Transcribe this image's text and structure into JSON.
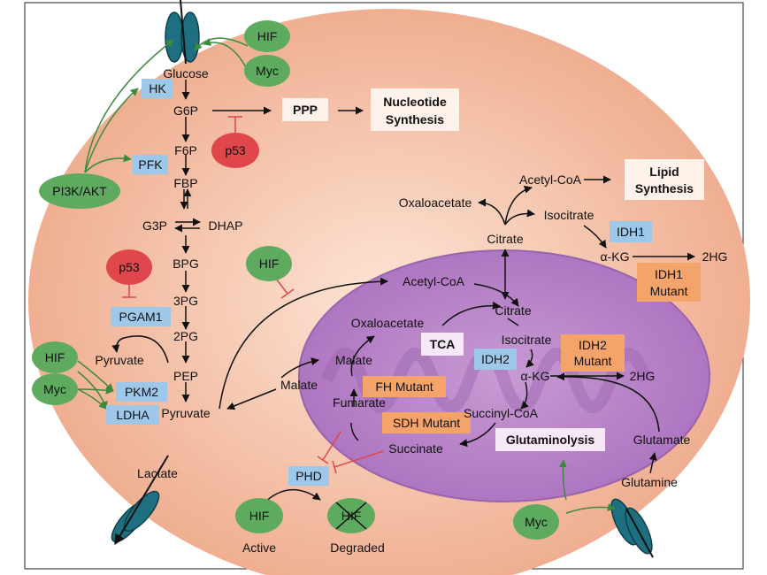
{
  "glucose": "Glucose",
  "g6p": "G6P",
  "f6p": "F6P",
  "fbp": "FBP",
  "g3p": "G3P",
  "dhap": "DHAP",
  "bpg": "BPG",
  "pg3": "3PG",
  "pg2": "2PG",
  "pep": "PEP",
  "pyruvate": "Pyruvate",
  "lactate": "Lactate",
  "pyruvate_side": "Pyruvate",
  "malate_cyto": "Malate",
  "hk": "HK",
  "pfk": "PFK",
  "pgam1": "PGAM1",
  "pkm2": "PKM2",
  "ldha": "LDHA",
  "hif": "HIF",
  "myc": "Myc",
  "p53": "p53",
  "pi3k": "PI3K/AKT",
  "ppp": "PPP",
  "nucleotide_1": "Nucleotide",
  "nucleotide_2": "Synthesis",
  "lipid_1": "Lipid",
  "lipid_2": "Synthesis",
  "acetylcoa_top": "Acetyl-CoA",
  "oxaloacetate_top": "Oxaloacetate",
  "isocitrate_top": "Isocitrate",
  "citrate_top": "Citrate",
  "idh1": "IDH1",
  "akg_top": "α-KG",
  "hg_top": "2HG",
  "idh1_mut_1": "IDH1",
  "idh1_mut_2": "Mutant",
  "acetylcoa_mito": "Acetyl-CoA",
  "citrate_mito": "Citrate",
  "isocitrate_mito": "Isocitrate",
  "oxaloacetate_mito": "Oxaloacetate",
  "malate_mito": "Malate",
  "fumarate": "Fumarate",
  "succinate": "Succinate",
  "succinylcoa": "Succinyl-CoA",
  "akg_mito": "α-KG",
  "hg_mito": "2HG",
  "tca": "TCA",
  "idh2": "IDH2",
  "idh2_mut_1": "IDH2",
  "idh2_mut_2": "Mutant",
  "fh_mut": "FH Mutant",
  "sdh_mut": "SDH Mutant",
  "glutaminolysis": "Glutaminolysis",
  "glutamate": "Glutamate",
  "glutamine": "Glutamine",
  "phd": "PHD",
  "active": "Active",
  "degraded": "Degraded",
  "colors": {
    "green": "#5eab5f",
    "red": "#e0474c",
    "blue": "#9ec8ea",
    "orange": "#f4a36b",
    "mito": "#b67fc6",
    "cell": "#f2b69a"
  }
}
